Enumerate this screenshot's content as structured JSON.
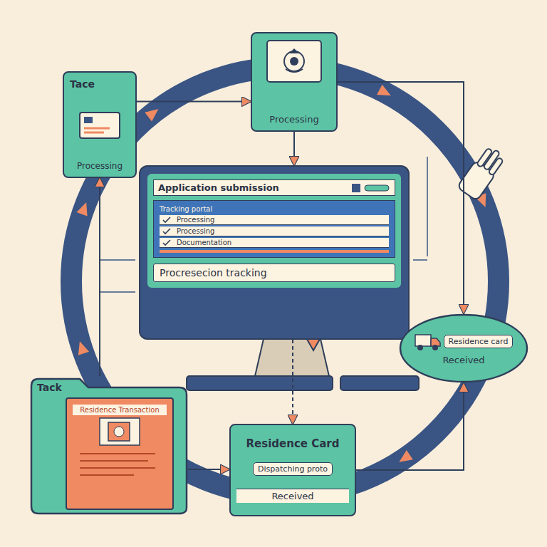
{
  "diagram": {
    "nodes": [
      {
        "text": [
          "Tace",
          "Processing"
        ]
      },
      {
        "text": [
          "Processing"
        ]
      },
      {
        "text": [
          "Application submission",
          "Tracking portal",
          "Processing",
          "Processing",
          "Documentation",
          "Procresecion tracking"
        ]
      },
      {
        "text": [
          "Residence card",
          "Received"
        ]
      },
      {
        "text": [
          "Residence Card",
          "Dispatching proto",
          "Received"
        ]
      },
      {
        "text": [
          "Tack"
        ]
      },
      {
        "text": [
          "Residence Transaction"
        ],
        "in": 5
      }
    ],
    "edges": [
      {
        "from": 0,
        "to": 1,
        "arrow": "to"
      },
      {
        "from": 1,
        "to": 2,
        "arrow": "to"
      },
      {
        "from": 1,
        "to": 3,
        "arrow": "to"
      },
      {
        "from": 4,
        "to": 3,
        "arrow": "to"
      },
      {
        "from": 5,
        "to": 4,
        "arrow": "to"
      },
      {
        "from": 2,
        "to": 4,
        "arrow": "to"
      },
      {
        "from": 5,
        "to": 0,
        "arrow": "to"
      }
    ]
  }
}
